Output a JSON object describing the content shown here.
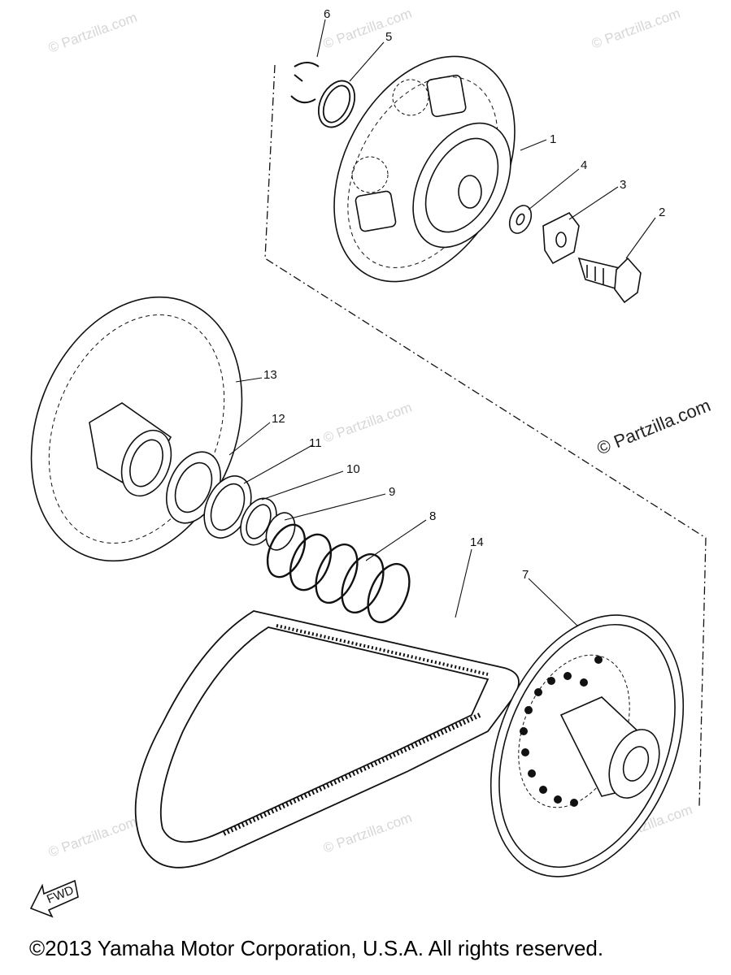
{
  "labels": {
    "p1": "1",
    "p2": "2",
    "p3": "3",
    "p4": "4",
    "p5": "5",
    "p6": "6",
    "p7": "7",
    "p8": "8",
    "p9": "9",
    "p10": "10",
    "p11": "11",
    "p12": "12",
    "p13": "13",
    "p14": "14"
  },
  "fwd": "FWD",
  "watermark": "© Partzilla.com",
  "copyright": "©2013  Yamaha Motor Corporation, U.S.A. All rights reserved."
}
